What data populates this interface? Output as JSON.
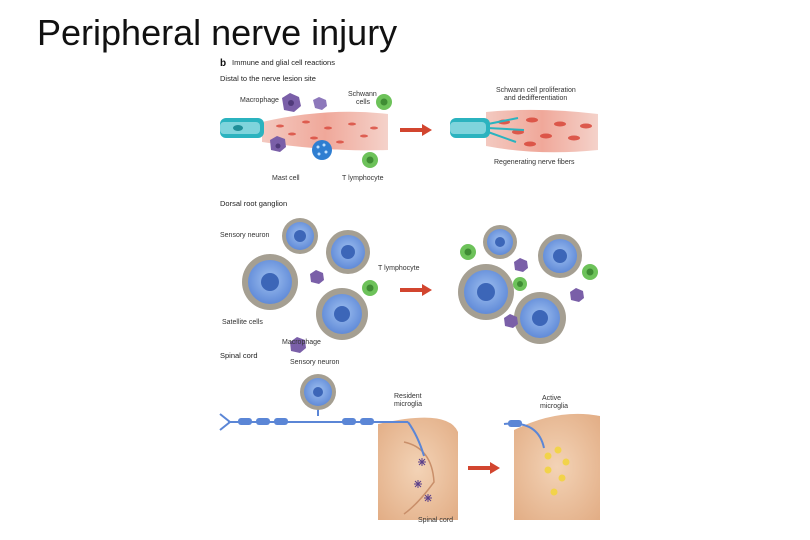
{
  "slide_title": "Peripheral nerve injury",
  "figure": {
    "panel_letter": "b",
    "panel_title": "Immune and glial cell reactions",
    "section1_title": "Distal to the nerve lesion site",
    "label_macrophage": "Macrophage",
    "label_schwann_line1": "Schwann",
    "label_schwann_line2": "cells",
    "label_mast_cell": "Mast cell",
    "label_t_lymphocyte": "T lymphocyte",
    "label_schwann_prolif_line1": "Schwann cell proliferation",
    "label_schwann_prolif_line2": "and dedifferentiation",
    "label_regenerating": "Regenerating nerve fibers",
    "section2_title": "Dorsal root ganglion",
    "label_sensory_neuron": "Sensory neuron",
    "label_t_lymphocyte2": "T lymphocyte",
    "label_satellite": "Satellite cells",
    "label_macrophage2": "Macrophage",
    "section3_title": "Spinal cord",
    "label_sensory_neuron2": "Sensory neuron",
    "label_resident_line1": "Resident",
    "label_resident_line2": "microglia",
    "label_active_line1": "Active",
    "label_active_line2": "microglia",
    "label_spinal_cord": "Spinal cord"
  },
  "colors": {
    "neuron_blue": "#5b86d6",
    "satellite_gray": "#a59f92",
    "macrophage_purple": "#7a5fa8",
    "t_cell_green": "#5cb24a",
    "arrow_red": "#d2452f",
    "axon_teal": "#2bb3bf",
    "spinal_tan": "#e9bf9a"
  }
}
